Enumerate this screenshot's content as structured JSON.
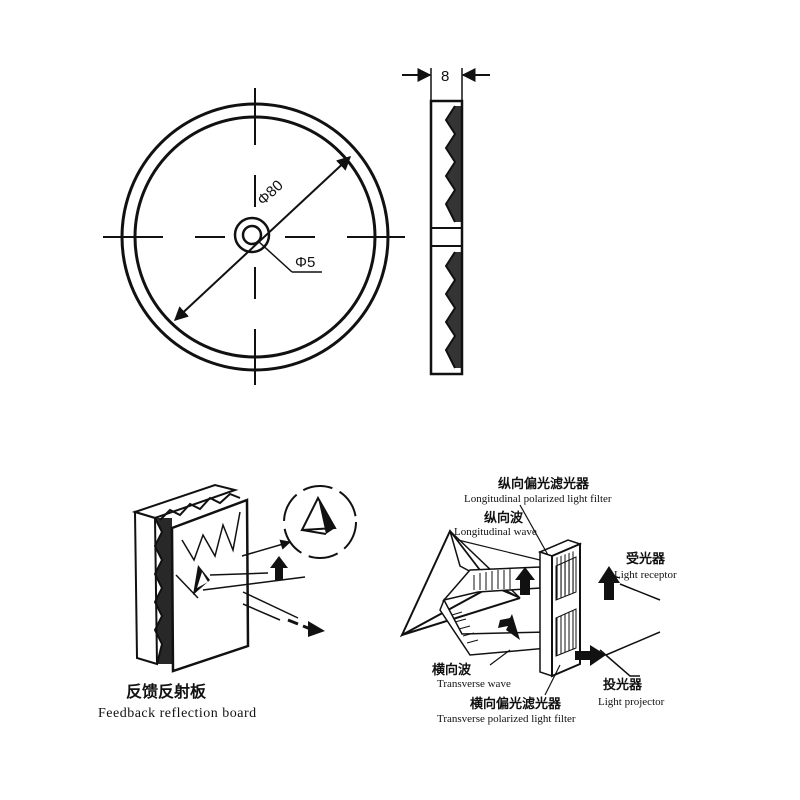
{
  "dimensions": {
    "diameter_outer": "Φ80",
    "diameter_hole": "Φ5",
    "thickness": "8"
  },
  "reflector": {
    "label_cn": "反馈反射板",
    "label_en": "Feedback reflection board"
  },
  "polarized": {
    "long_filter_cn": "纵向偏光滤光器",
    "long_filter_en": "Longitudinal polarized light filter",
    "long_wave_cn": "纵向波",
    "long_wave_en": "Longitudinal wave",
    "receptor_cn": "受光器",
    "receptor_en": "Light receptor",
    "trans_wave_cn": "横向波",
    "trans_wave_en": "Transverse wave",
    "projector_cn": "投光器",
    "projector_en": "Light projector",
    "trans_filter_cn": "横向偏光滤光器",
    "trans_filter_en": "Transverse polarized light filter"
  },
  "colors": {
    "line": "#111111",
    "background": "#ffffff"
  }
}
